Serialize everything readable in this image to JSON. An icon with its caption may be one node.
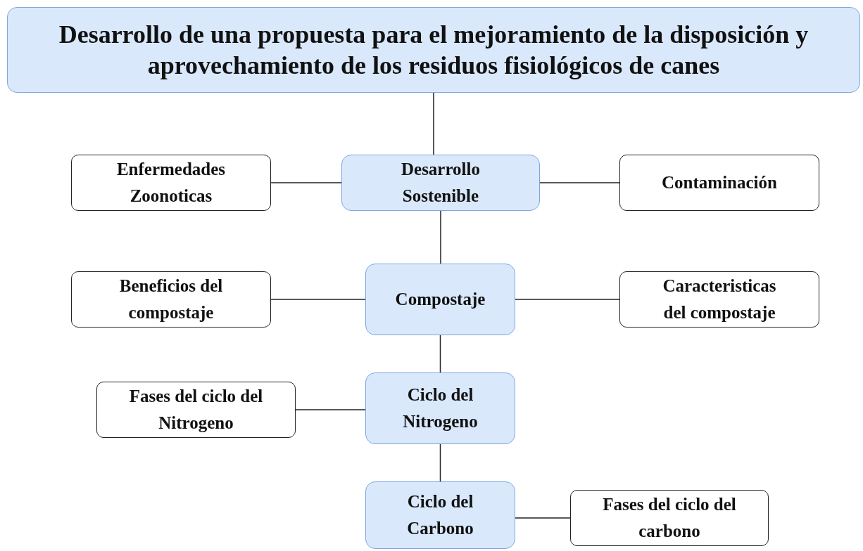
{
  "diagram": {
    "nodes": [
      {
        "text": [
          "Desarrollo de una propuesta para el mejoramiento de la disposición y aprovechamiento de los residuos fisiológicos de canes"
        ]
      },
      {
        "text": [
          "Desarrollo Sostenible"
        ]
      },
      {
        "text": [
          "Enfermedades Zoonoticas"
        ]
      },
      {
        "text": [
          "Contaminación"
        ]
      },
      {
        "text": [
          "Compostaje"
        ]
      },
      {
        "text": [
          "Beneficios del compostaje"
        ]
      },
      {
        "text": [
          "Caracteristicas del compostaje"
        ]
      },
      {
        "text": [
          "Ciclo del Nitrogeno"
        ]
      },
      {
        "text": [
          "Fases del ciclo del Nitrogeno"
        ]
      },
      {
        "text": [
          "Ciclo del Carbono"
        ]
      },
      {
        "text": [
          "Fases del ciclo del carbono"
        ]
      }
    ],
    "edges": [
      {
        "from": 0,
        "to": 1,
        "arrow": "none"
      },
      {
        "from": 1,
        "to": 2,
        "arrow": "none"
      },
      {
        "from": 1,
        "to": 3,
        "arrow": "none"
      },
      {
        "from": 1,
        "to": 4,
        "arrow": "none"
      },
      {
        "from": 4,
        "to": 5,
        "arrow": "none"
      },
      {
        "from": 4,
        "to": 6,
        "arrow": "none"
      },
      {
        "from": 4,
        "to": 7,
        "arrow": "none"
      },
      {
        "from": 7,
        "to": 8,
        "arrow": "none"
      },
      {
        "from": 7,
        "to": 9,
        "arrow": "none"
      },
      {
        "from": 9,
        "to": 10,
        "arrow": "none"
      }
    ]
  }
}
